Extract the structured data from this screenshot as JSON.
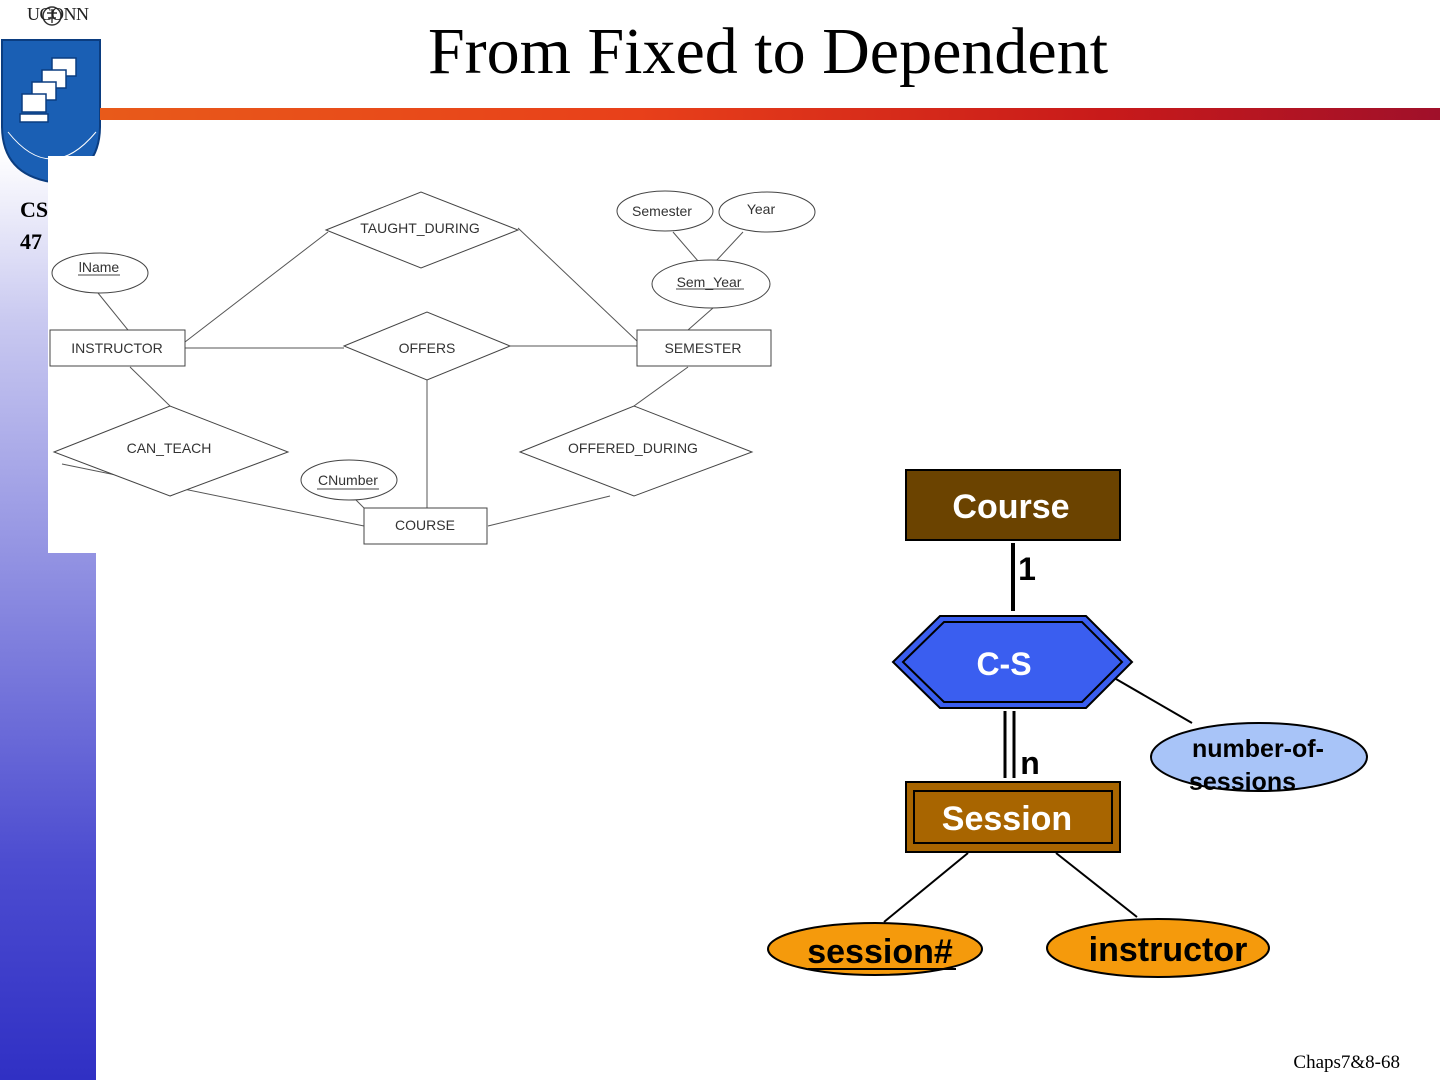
{
  "header": {
    "uconn_label": "UCONN",
    "course_code_line1": "CS",
    "course_code_line2": "47",
    "title": "From Fixed to Dependent"
  },
  "left_diagram": {
    "entities": {
      "instructor": "INSTRUCTOR",
      "semester": "SEMESTER",
      "course": "COURSE"
    },
    "relationships": {
      "taught_during": "TAUGHT_DURING",
      "offers": "OFFERS",
      "can_teach": "CAN_TEACH",
      "offered_during": "OFFERED_DURING"
    },
    "attributes": {
      "lname": "lName",
      "semester": "Semester",
      "year": "Year",
      "sem_year": "Sem_Year",
      "cnumber": "CNumber"
    }
  },
  "right_diagram": {
    "course": "Course",
    "cs": "C-S",
    "session": "Session",
    "card_one": "1",
    "card_n": "n",
    "attr_sessions_line1": "number-of-",
    "attr_sessions_line2": "sessions",
    "attr_session_num": "session#",
    "attr_instructor": "instructor"
  },
  "colors": {
    "course_fill": "#6b4300",
    "session_fill": "#a86500",
    "cs_fill": "#3a5ef0",
    "sessions_attr_fill": "#a8c4f8",
    "orange_attr_fill": "#f59a0c"
  },
  "footer": {
    "page_label": "Chaps7&8-68"
  }
}
